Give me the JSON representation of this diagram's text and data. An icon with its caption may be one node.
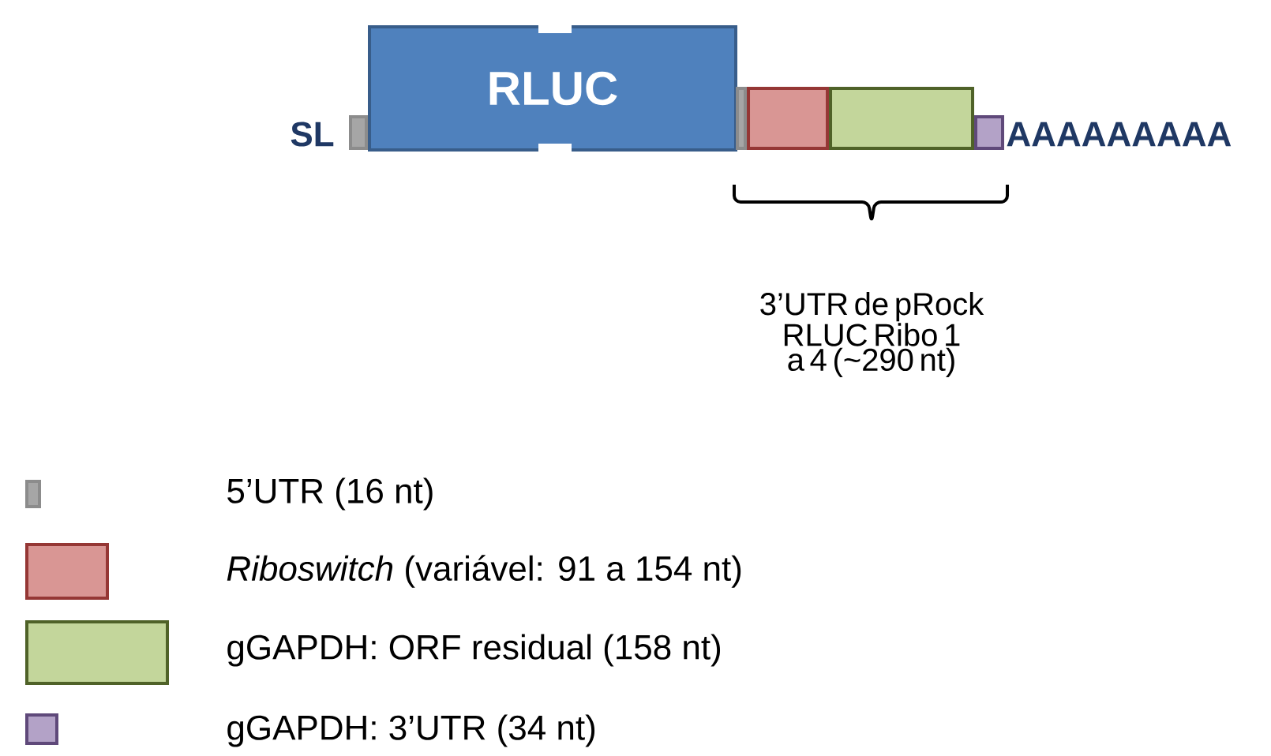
{
  "diagram": {
    "nodes": [
      {
        "text": [],
        "shape": "box"
      },
      {
        "text": [
          "RLUC"
        ]
      },
      {
        "text": [],
        "shape": "box"
      },
      {
        "text": [],
        "shape": "box"
      },
      {
        "text": [],
        "shape": "box"
      },
      {
        "text": [],
        "shape": "box"
      }
    ],
    "labels": [
      "SL",
      "AAAAAAAAA",
      "3’UTR de pRock RLUC Ribo 1 a 4 (~290 nt)"
    ],
    "legend": [
      {
        "text": "5’UTR (16 nt)",
        "color": "#a6a6a6"
      },
      {
        "text": "*Riboswitch* (variável: 91 a 154 nt)",
        "color": "#d99694"
      },
      {
        "text": "gGAPDH: ORF residual (158 nt)",
        "color": "#c3d69b"
      },
      {
        "text": "gGAPDH: 3’UTR (34 nt)",
        "color": "#b3a2c7"
      }
    ]
  }
}
